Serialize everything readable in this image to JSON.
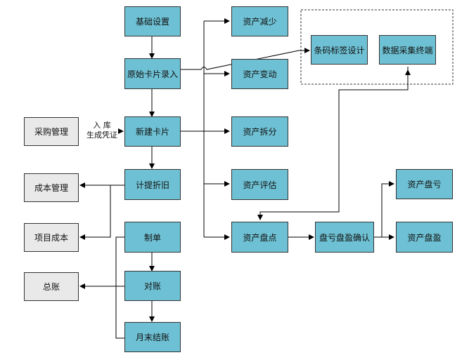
{
  "nodes": {
    "basic_settings": "基础设置",
    "original_card_entry": "原始卡片录入",
    "new_card": "新建卡片",
    "depreciation": "计提折旧",
    "voucher": "制单",
    "reconcile": "对账",
    "month_end": "月末结账",
    "purchase_mgmt": "采购管理",
    "cost_mgmt": "成本管理",
    "project_cost": "项目成本",
    "general_ledger": "总账",
    "asset_decrease": "资产减少",
    "asset_change": "资产变动",
    "asset_split": "资产拆分",
    "asset_evaluate": "资产评估",
    "asset_inventory": "资产盘点",
    "surplus_loss_confirm": "盘亏盘盈确认",
    "asset_loss": "资产盘亏",
    "asset_surplus": "资产盘盈",
    "barcode_label_design": "条码标签设计",
    "data_terminal": "数据采集终端"
  },
  "labels": {
    "inbound_line1": "入 库",
    "inbound_line2": "生成凭证"
  }
}
